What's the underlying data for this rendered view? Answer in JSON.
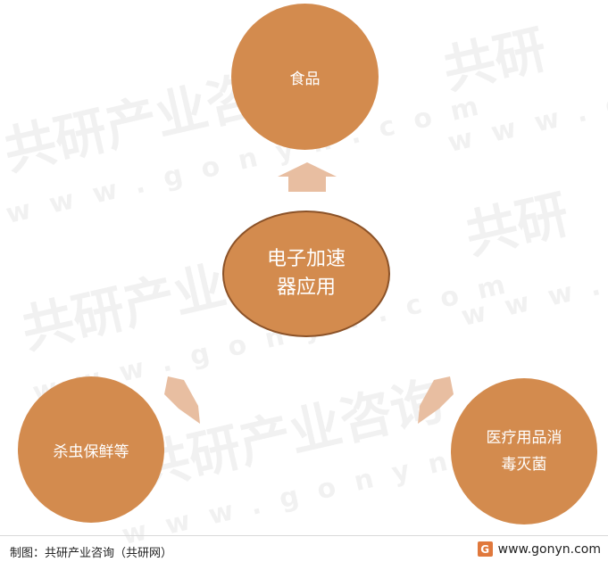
{
  "diagram": {
    "center": "电子加速\n器应用",
    "top": "食品",
    "left": "杀虫保鲜等",
    "right": "医疗用品消\n毒灭菌"
  },
  "watermark": {
    "brand": "共研产业咨询",
    "brand_short": "共研",
    "url": "www.gonyn.com"
  },
  "footer": {
    "source": "制图：共研产业咨询（共研网）",
    "logo": "G",
    "url": "www.gonyn.com"
  },
  "colors": {
    "circle_fill": "#d38b4e",
    "center_border": "#8b5228",
    "arrow_fill": "#e8bea1"
  }
}
